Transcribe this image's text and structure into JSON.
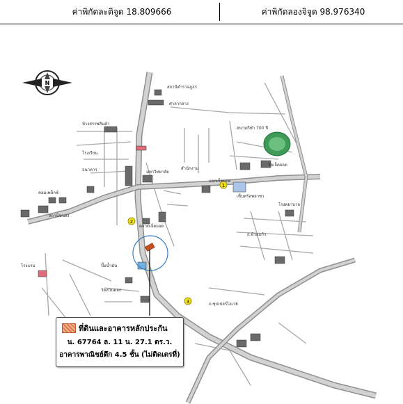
{
  "header": {
    "latitude_label": "ค่าพิกัดละติจูด 18.809666",
    "longitude_label": "ค่าพิกัดลองจิจูด 98.976340"
  },
  "compass": {
    "north_letter": "N"
  },
  "legend": {
    "title": "ที่ดินและอาคารหลักประกัน",
    "deed_line": "น. 67764 ล. 11 น. 27.1 ตร.ว.",
    "building_line": "อาคารพาณิชย์ตึก 4.5 ชั้น (ไม่ติดเตรที่)"
  },
  "markers": [
    "1",
    "2",
    "3"
  ],
  "map_labels": {
    "police": "สถานีตำรวจภูธร",
    "hall": "ศาลากลาง",
    "temple": "วัดเจ็ดยอด",
    "stadium": "สนามกีฬา 700 ปี",
    "school": "โรงเรียน",
    "market": "ตลาดเจ็ดยอด",
    "mall": "เซ็นทรัลพลาซา",
    "hospital": "โรงพยาบาล",
    "bank": "ธนาคาร",
    "intersection": "แยกเจ็ดยอด",
    "university": "มหาวิทยาลัย",
    "office": "สำนักงาน",
    "airport_road": "ถ.ซุปเปอร์ไฮเวย์",
    "plaza": "คอมเพล็กซ์",
    "department": "ห้างสรรพสินค้า",
    "station": "สถานีขนส่ง",
    "road_h11": "ถ.ห้วยแก้ว",
    "hotel": "โรงแรม",
    "gas": "ปั๊มน้ำมัน",
    "temple2": "วัดสวนดอก"
  },
  "colors": {
    "road": "#c9c9c9",
    "road_stroke": "#8f8f8f",
    "marker": "#f2e21a",
    "stadium": "#3f9b57",
    "circle": "#3a7dc9",
    "property": "#c8501f"
  }
}
